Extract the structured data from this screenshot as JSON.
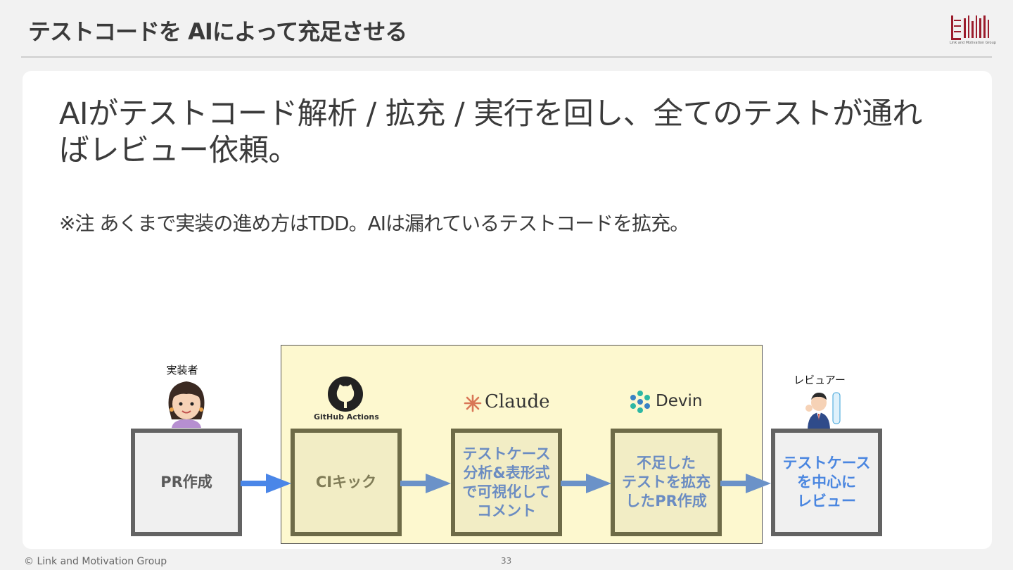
{
  "slide": {
    "title": "テストコードを AIによって充足させる",
    "headline": "AIがテストコード解析 / 拡充 / 実行を回し、全てのテストが通ればレビュー依頼。",
    "note": "※注 あくまで実装の進め方はTDD。AIは漏れているテストコードを拡充。",
    "logo_text": "Link and Motivation Group"
  },
  "roles": {
    "implementer": "実装者",
    "reviewer": "レビュアー"
  },
  "brands": {
    "github": "GitHub Actions",
    "claude": "Claude",
    "devin": "Devin"
  },
  "steps": [
    {
      "label": "PR作成",
      "color": "#5a5a5a"
    },
    {
      "label": "CIキック",
      "color": "#807c57"
    },
    {
      "label": "テストケース\n分析&表形式\nで可視化して\nコメント",
      "color": "#6b8cc2"
    },
    {
      "label": "不足した\nテストを拡充\nしたPR作成",
      "color": "#6b8cc2"
    },
    {
      "label": "テストケース\nを中心に\nレビュー",
      "color": "#4a86e0"
    }
  ],
  "colors": {
    "arrow_primary": "#4a86e8",
    "arrow_ai": "#6b92c8",
    "ai_region": "#fdf8cf"
  },
  "footer": {
    "copyright": "© Link and Motivation Group",
    "page": "33"
  }
}
